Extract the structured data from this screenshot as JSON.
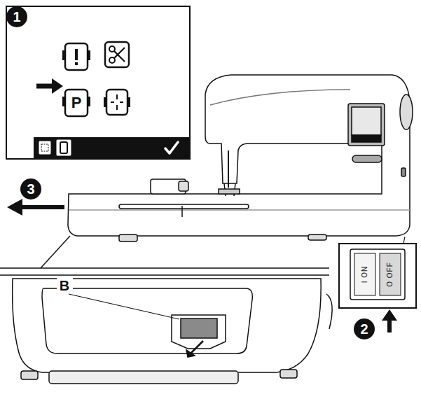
{
  "diagram": {
    "labels": [
      "1",
      "P",
      "3",
      "I ON",
      "O OFF",
      "2",
      "B"
    ]
  }
}
